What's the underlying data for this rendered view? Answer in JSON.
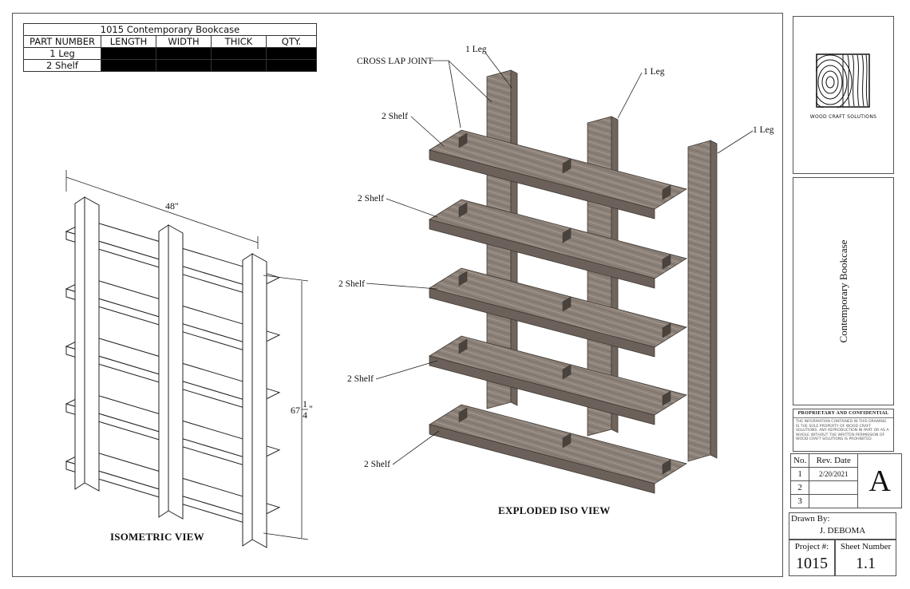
{
  "parts_table": {
    "title": "1015 Contemporary Bookcase",
    "headers": [
      "PART NUMBER",
      "LENGTH",
      "WIDTH",
      "THICK",
      "QTY."
    ],
    "rows": [
      {
        "part": "1 Leg"
      },
      {
        "part": "2 Shelf"
      }
    ]
  },
  "isometric": {
    "width_dim": "48\"",
    "height_dim_whole": "67",
    "height_dim_num": "1",
    "height_dim_den": "4",
    "height_dim_inch": "\"",
    "label": "ISOMETRIC VIEW"
  },
  "exploded": {
    "label": "EXPLODED ISO VIEW",
    "callouts": {
      "cross_lap": "CROSS LAP JOINT",
      "leg1": "1 Leg",
      "leg2": "1 Leg",
      "leg3": "1 Leg",
      "shelf1": "2 Shelf",
      "shelf2": "2 Shelf",
      "shelf3": "2 Shelf",
      "shelf4": "2 Shelf",
      "shelf5": "2 Shelf"
    },
    "wood_color": "#8c8178"
  },
  "title_block": {
    "company": "WOOD CRAFT SOLUTIONS",
    "drawing_title": "Contemporary Bookcase",
    "proprietary_heading": "PROPRIETARY AND CONFIDENTIAL",
    "proprietary_text": "THE INFORMATION CONTAINED IN THIS DRAWING IS THE SOLE PROPERTY OF WOOD CRAFT SOLUTIONS. ANY REPRODUCTION IN PART OR AS A WHOLE WITHOUT THE WRITTEN PERMISSION OF WOOD CRAFT SOLUTIONS IS PROHIBITED.",
    "rev_headers": {
      "no": "No.",
      "date": "Rev. Date"
    },
    "revisions": [
      {
        "no": "1",
        "date": "2/20/2021"
      },
      {
        "no": "2",
        "date": ""
      },
      {
        "no": "3",
        "date": ""
      }
    ],
    "revision_letter": "A",
    "drawn_by_label": "Drawn By:",
    "drawn_by": "J. DEBOMA",
    "project_label": "Project #:",
    "project": "1015",
    "sheet_label": "Sheet Number",
    "sheet": "1.1"
  }
}
